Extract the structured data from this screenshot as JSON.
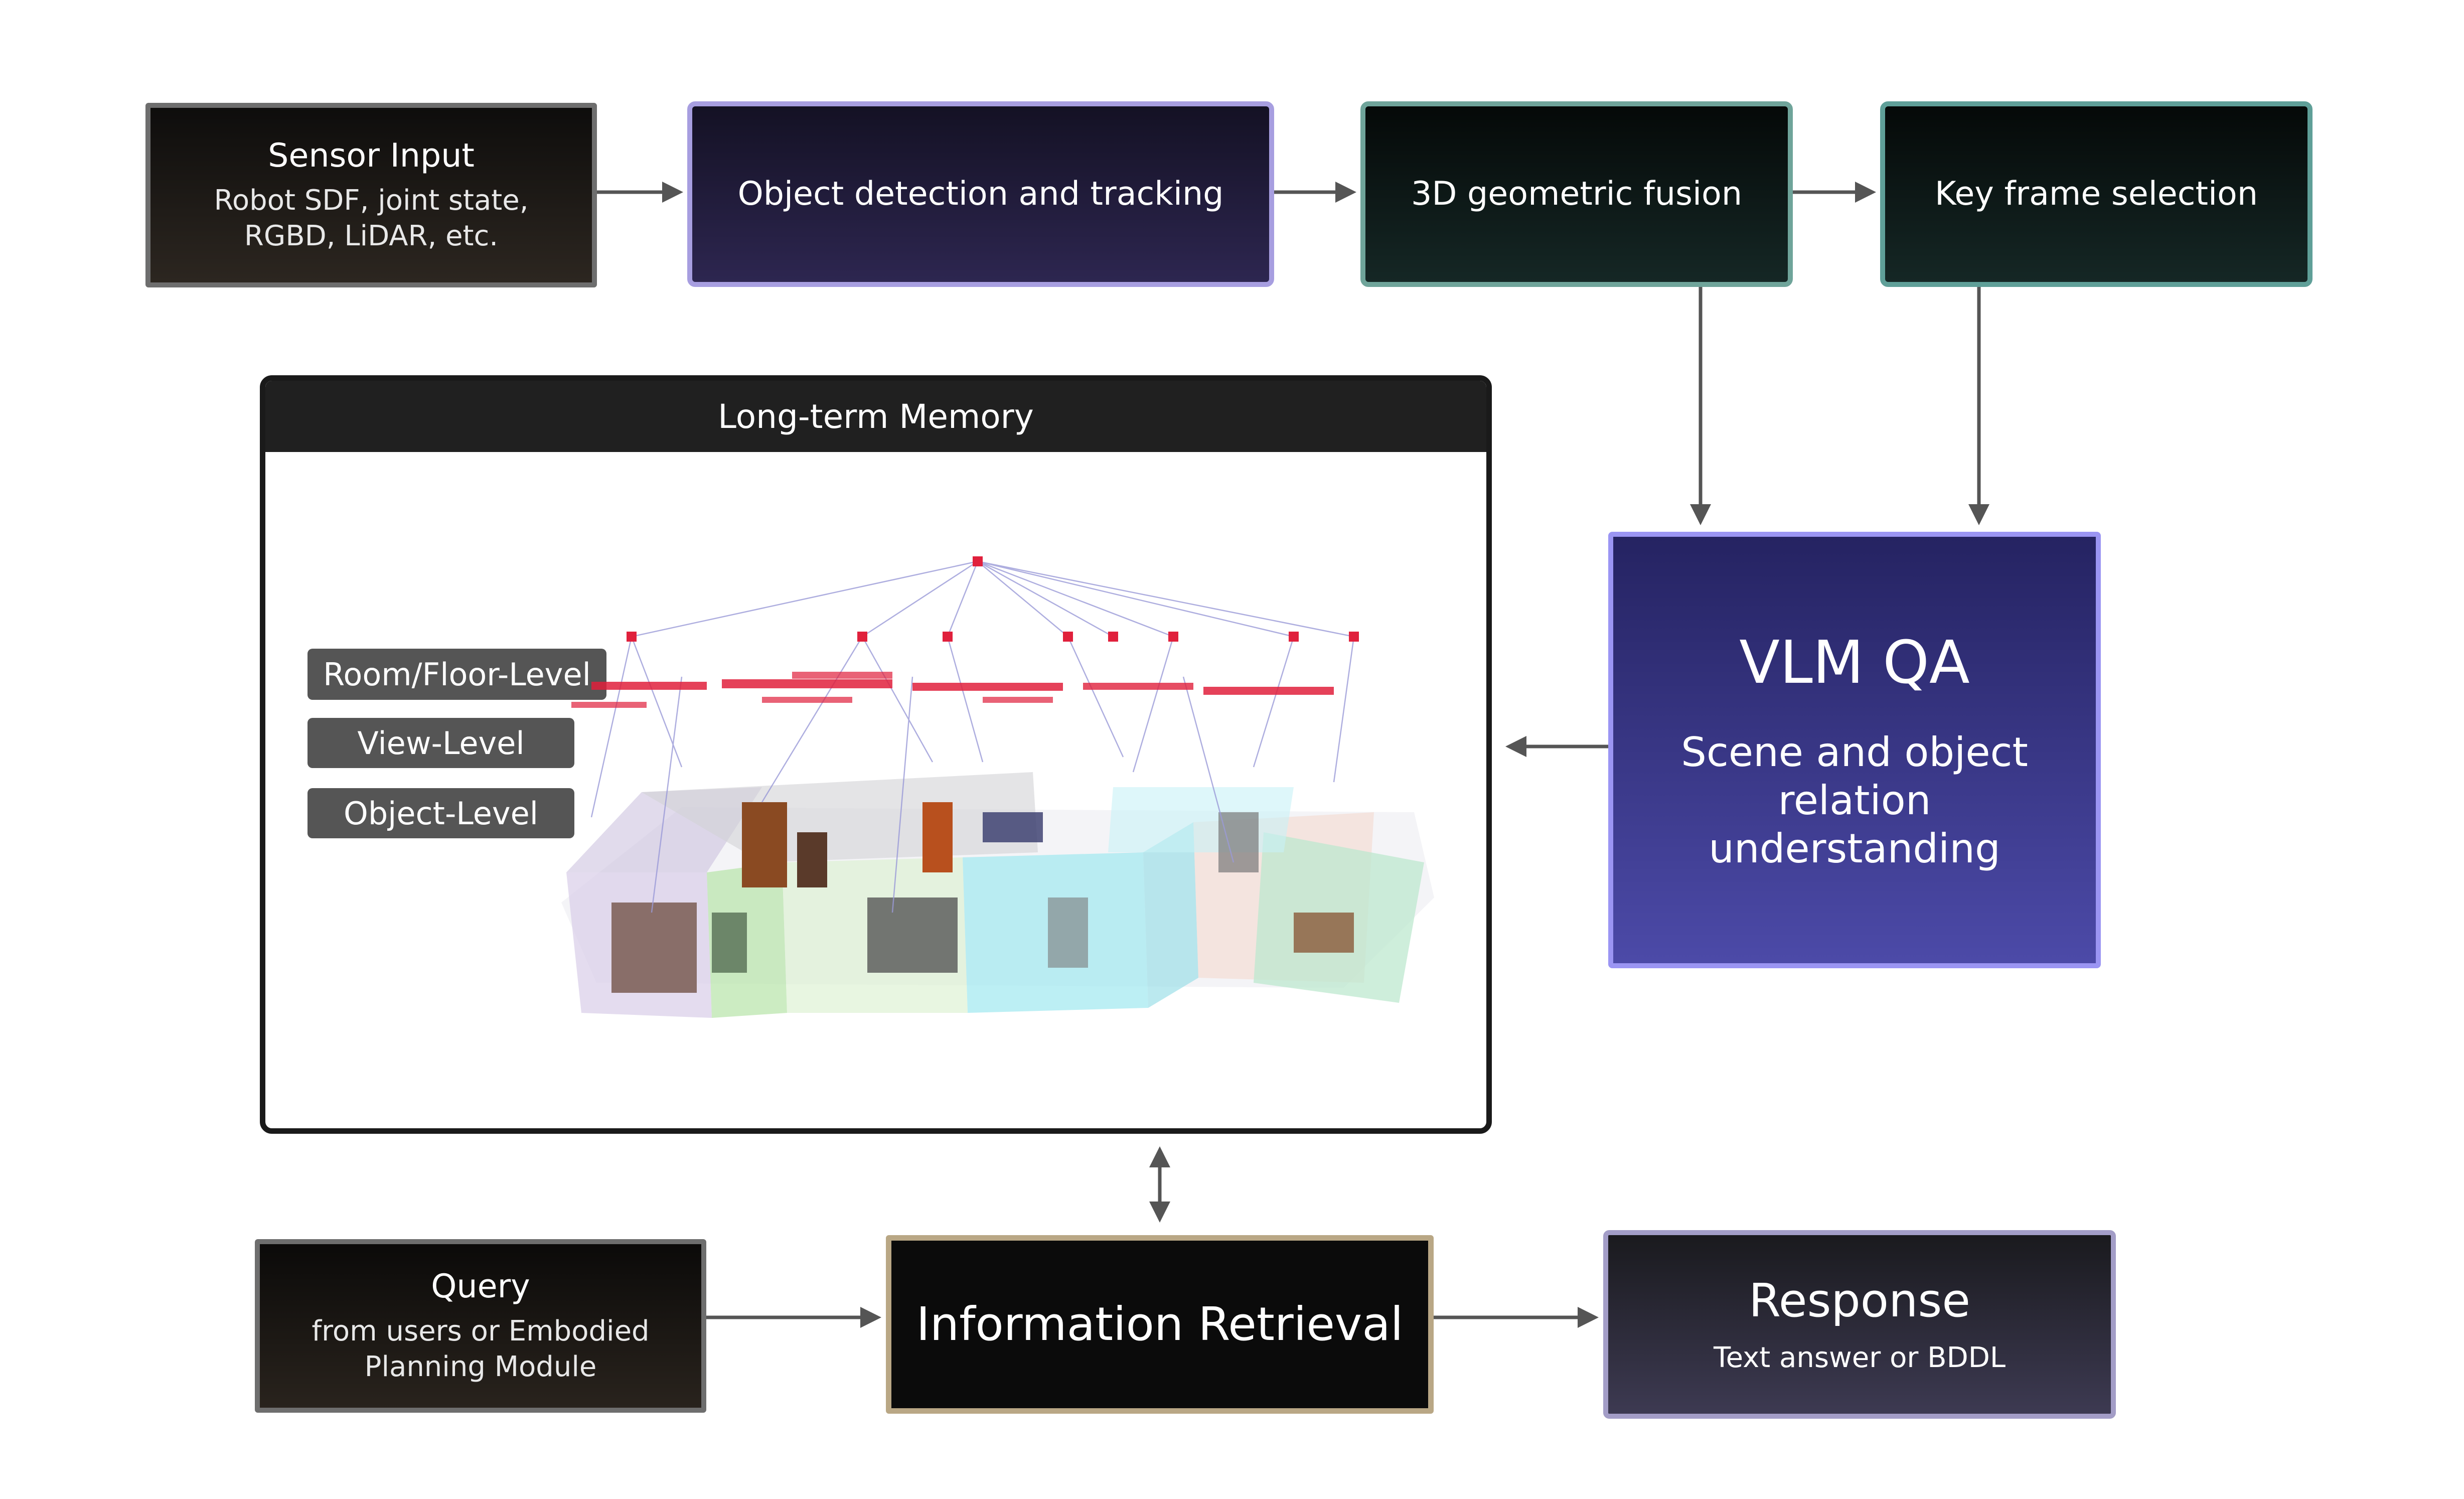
{
  "sensor_input": {
    "title": "Sensor Input",
    "subtitle": "Robot SDF, joint state,\nRGBD, LiDAR, etc."
  },
  "object_detection": {
    "title": "Object detection and tracking"
  },
  "geometric_fusion": {
    "title": "3D geometric fusion"
  },
  "key_frame": {
    "title": "Key frame selection"
  },
  "vlm_qa": {
    "title": "VLM QA",
    "subtitle": "Scene and object\nrelation\nunderstanding"
  },
  "long_term_memory": {
    "title": "Long-term Memory",
    "levels": [
      "Room/Floor-Level",
      "View-Level",
      "Object-Level"
    ]
  },
  "query": {
    "title": "Query",
    "subtitle": "from users or Embodied\nPlanning Module"
  },
  "information_retrieval": {
    "title": "Information Retrieval"
  },
  "response": {
    "title": "Response",
    "subtitle": "Text answer or BDDL"
  },
  "colors": {
    "arrow": "#555555",
    "detection_border": "#a79ee0",
    "fusion_border": "#6fa49a",
    "vlm_fill": "#3a3890",
    "retrieval_border": "#b9a785",
    "response_border": "#a39dc7",
    "graph_nodes": "#e0203c",
    "graph_edges": "#9a9ad8"
  }
}
